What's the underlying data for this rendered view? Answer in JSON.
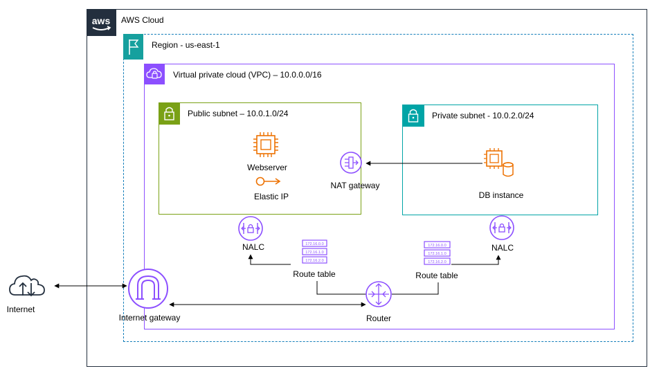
{
  "groups": {
    "cloud": "AWS Cloud",
    "aws_logo": "aws",
    "region": "Region - us-east-1",
    "vpc": "Virtual private cloud (VPC) – 10.0.0.0/16",
    "public_subnet": "Public subnet – 10.0.1.0/24",
    "private_subnet": "Private subnet - 10.0.2.0/24"
  },
  "nodes": {
    "webserver": "Webserver",
    "elastic_ip": "Elastic IP",
    "nat_gateway": "NAT gateway",
    "db_instance": "DB instance",
    "nacl_public": "NALC",
    "nacl_private": "NALC",
    "route_table_public": "Route table",
    "route_table_private": "Route table",
    "internet": "Internet",
    "internet_gateway": "Internet gateway",
    "router": "Router"
  },
  "route_table_entries": [
    "172.16.0.0",
    "172.16.1.0",
    "172.16.2.0"
  ],
  "colors": {
    "cloud": "#232f3e",
    "region": "#147eba",
    "region_badge": "#16a09e",
    "vpc": "#8c4fff",
    "public_subnet": "#7aa116",
    "private_subnet": "#00a4a6",
    "compute": "#ed7100",
    "network": "#8c4fff"
  },
  "icons": {
    "cloud": "aws-logo-icon",
    "region": "flag-icon",
    "vpc": "vpc-cloud-icon",
    "subnet": "lock-icon",
    "webserver": "ec2-chip-icon",
    "elastic_ip": "key-icon",
    "nat_gateway": "nat-gateway-icon",
    "db_instance": "rds-instance-icon",
    "nacl": "network-acl-icon",
    "route_table": "route-table-icon",
    "internet": "internet-cloud-icon",
    "internet_gateway": "internet-gateway-icon",
    "router": "router-icon"
  }
}
